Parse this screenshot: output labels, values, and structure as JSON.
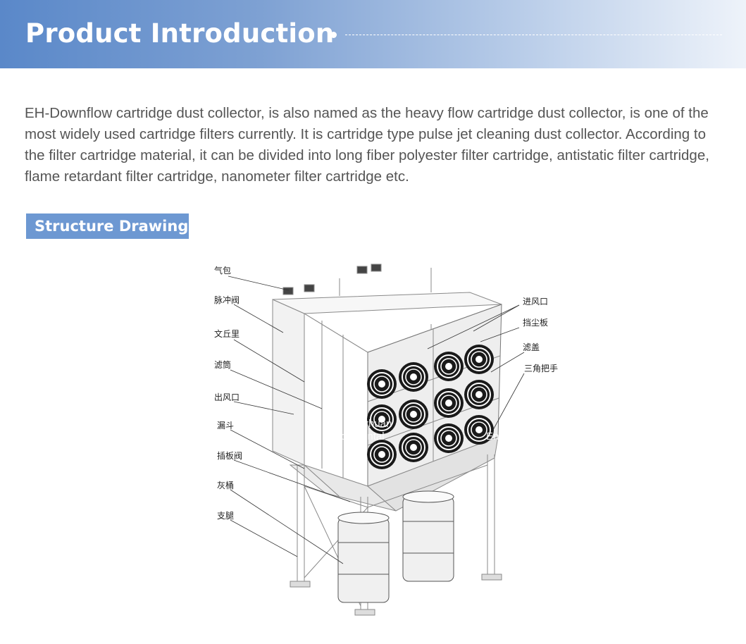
{
  "header": {
    "title": "Product Introduction"
  },
  "intro": {
    "text": "EH-Downflow cartridge dust collector, is also named as the heavy flow cartridge dust collector, is one of the most widely used cartridge filters currently. It is cartridge type pulse jet cleaning dust collector. According to the filter cartridge material, it can be divided into long fiber polyester filter cartridge, antistatic filter cartridge, flame retardant filter cartridge, nanometer filter cartridge etc."
  },
  "section": {
    "title": "Structure Drawing"
  },
  "drawing": {
    "left_labels": [
      "气包",
      "脉冲阀",
      "文丘里",
      "滤筒",
      "出风口",
      "漏斗",
      "插板阀",
      "灰桶",
      "支腿"
    ],
    "right_labels": [
      "进风口",
      "挡尘板",
      "滤盖",
      "三角把手"
    ],
    "watermark": [
      "Erhuan",
      "vironmental",
      "Env"
    ]
  },
  "colors": {
    "banner": "#5a88c9",
    "badge": "#6d98d2",
    "body_text": "#555555"
  }
}
